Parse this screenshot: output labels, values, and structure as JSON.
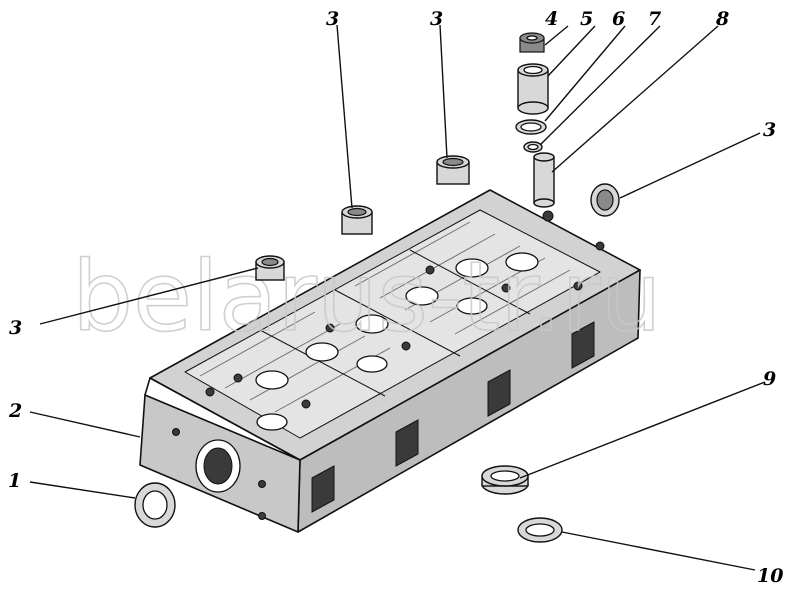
{
  "watermark": "belarus-tr.ru",
  "callouts": {
    "c1": "1",
    "c2": "2",
    "c3a": "3",
    "c3b": "3",
    "c3c": "3",
    "c3d": "3",
    "c4": "4",
    "c5": "5",
    "c6": "6",
    "c7": "7",
    "c8": "8",
    "c9": "9",
    "c10": "10"
  }
}
